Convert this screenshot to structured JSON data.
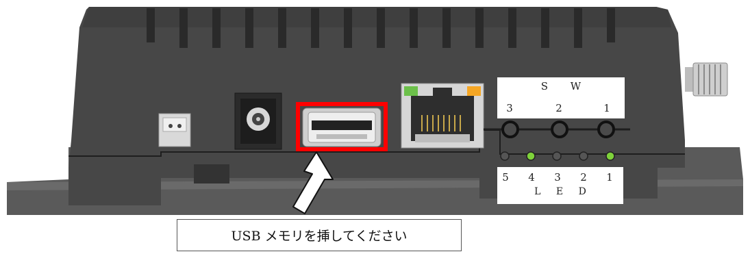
{
  "switch_panel": {
    "title": "S W",
    "numbers": [
      "3",
      "2",
      "1"
    ]
  },
  "led_panel": {
    "numbers": [
      "5",
      "4",
      "3",
      "2",
      "1"
    ],
    "title": "L E D",
    "led_states": [
      false,
      true,
      false,
      false,
      true
    ],
    "lit_color": "#7ed23a",
    "off_color": "#555555"
  },
  "callout": {
    "text": "USB メモリを挿してください"
  },
  "device": {
    "body_color": "#4a4a4a",
    "highlight_color": "#ff0000"
  }
}
